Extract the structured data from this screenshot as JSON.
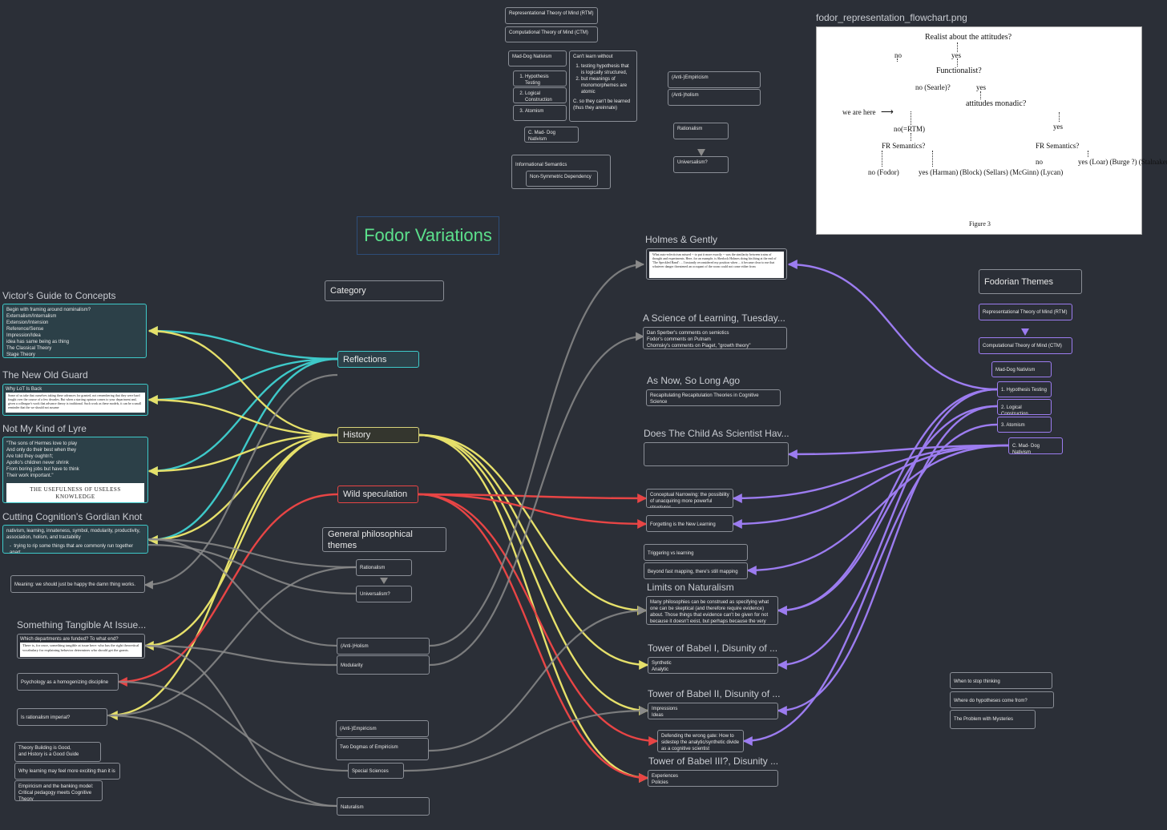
{
  "title": "Fodor Variations",
  "image_caption": "fodor_representation_flowchart.png",
  "top": {
    "rtm": "Representational Theory of Mind (RTM)",
    "ctm": "Computational Theory of Mind (CTM)",
    "mad_dog": "Mad-Dog Nativism",
    "hypothesis": "Hypothesis Testing",
    "logical": "Logical Construction",
    "atomism": "Atomism",
    "cmad": "C. Mad- Dog Nativism",
    "cant_learn_title": "Can't learn without",
    "cant_learn_items": [
      "testing hypothesis that is logically structured,",
      "but meanings of monomorphemes are atomic"
    ],
    "cant_learn_tail": "C. so they can't be learned (thus they areinnate)",
    "info_sem": "Informational Semantics",
    "nonsym": "Non-Symmetric Dependency",
    "anti_emp": "(Anti-)Empiricism",
    "anti_hol": "(Anti-)holism",
    "rationalism": "Rationalism",
    "universalism": "Universalism?"
  },
  "flowchart": {
    "realist": "Realist about the attitudes?",
    "no1": "no",
    "yes1": "yes",
    "functionalist": "Functionalist?",
    "no_searle": "no (Searle)?",
    "yes2": "yes",
    "monadic": "attitudes monadic?",
    "we_are_here": "we are here",
    "no_rtm": "no(=RTM)",
    "yes3": "yes",
    "frsem1": "FR Semantics?",
    "frsem2": "FR Semantics?",
    "no_fodor": "no\n(Fodor)",
    "yes_list": "yes\n(Harman)\n(Block)\n(Sellars)\n(McGinn)\n(Lycan)",
    "no2": "no",
    "yes_list2": "yes\n(Loar)\n(Burge ?)\n(Stalnaker ?)",
    "figure": "Figure 3"
  },
  "left": {
    "victor_h": "Victor's Guide to Concepts",
    "victor_body": "Begin with framing around nominalism?\nExternalism/Internalism\nExtension/Intension\nReference/Sense\nImpression/Idea\nidea has same being as thing\nThe Classical Theory\nStage Theory",
    "oldguard_h": "The New Old Guard",
    "oldguard_body": "Why LoT Is Back",
    "oldguard_paper": "Some of us take that ourselves taking these advances for granted, not remembering that they were hard fought over the course of a few decades. But when a starting opinion comes to your department and, given a colleague's work that advance theory is traditional. Such work as these models, it can be a small reminder that the we should not assume",
    "lyre_h": "Not My Kind of Lyre",
    "lyre_body": "\"The sons of Hermes love to play\nAnd only do their best when they\nAre told they oughtn't;\nApollo's children never shrink\nFrom boring jobs but have to think\nTheir work important.\"",
    "lyre_paper": "THE USEFULNESS OF USELESS KNOWLEDGE",
    "gordian_h": "Cutting Cognition's Gordian Knot",
    "gordian_body": "nativism, learning, innateness, symbol, modularity, productivity, association, holism, and tractability",
    "gordian_item": "trying to rip some things that are commonly run together apart,",
    "meaning": "Meaning: we should just be happy the damn thing works.",
    "tangible_h": "Something Tangible At Issue...",
    "tangible_body": "Which departments are funded? To what end?",
    "tangible_paper": "There is, for once, something tangible at issue here: who has the right theoretical vocabulary for explaining behavior determines who should get the grants.",
    "psych": "Psychology as a homogenizing discipline",
    "imperial": "Is rationalism imperial?",
    "theory": "Theory Building is Good,\nand History is a Good Guide",
    "learning": "Why learning may feel more exciting than it is",
    "banking": "Empiricism and the banking model:\nCritical pedagogy meets Cognitive\nTheory"
  },
  "center": {
    "category": "Category",
    "reflections": "Reflections",
    "history": "History",
    "wild": "Wild speculation",
    "general": "General philosophical themes",
    "rationalism": "Rationalism",
    "universalism": "Universalism?",
    "antiholism": "(Anti-)Holism",
    "modularity": "Modularity",
    "antiemp": "(Anti-)Empiricism",
    "twodogmas": "Two Dogmas of Empiricism",
    "special": "Special Sciences",
    "naturalism": "Naturalism"
  },
  "right": {
    "holmes_h": "Holmes & Gently",
    "holmes_paper": "What auto-eclecticism missed -- to put it more exactly -- was the similarity between trains of thought and experiments. Here, for an example, is Sherlock Holmes doing his thing at the end of 'The Speckled Band': ... I instantly reconsidered my position when ... it became clear to me that whatever danger threatened an occupant of the room could not come either from",
    "science_h": "A Science of Learning, Tuesday...",
    "science_body": "Dan Sperber's comments on semiotics\nFodor's comments on Putnam\nChomsky's comments on Piaget, \"growth theory\"",
    "asnow_h": "As Now, So Long Ago",
    "asnow_body": "Recapitulating Recapitulation Theories in Cognitive Science\nLila and stages of language emergence, Piaget/Carey/etc and\nstages of scientific understanding",
    "child_h": "Does The Child As Scientist Hav...",
    "child_body": "",
    "narrowing": "Conceptual Narrowing: the possibility of unacquiring more powerful structures",
    "forgetting": "Forgetting is the New Learning",
    "triggering": "Triggering vs learning",
    "fastmap": "Beyond fast mapping, there's still mapping",
    "limits_h": "Limits on Naturalism",
    "limits_body": "Many philosophies can be construed as specifying what one can be skeptical (and therefore require evidence) about. Those things that evidence can't be given for not because it doesn't exist, but perhaps because the very nature of evidence itself",
    "babel1_h": "Tower of Babel I, Disunity of ...",
    "babel1_body": "Synthetic\nAnalytic",
    "babel2_h": "Tower of Babel II, Disunity of ...",
    "babel2_body": "Impressions\nIdeas",
    "defending": "Defending the wrong gate: How to sidestep the analytic/synthetic divide as a cognitive scientist",
    "babel3_h": "Tower of Babel III?, Disunity ...",
    "babel3_body": "Experiences\nPolicies"
  },
  "themes": {
    "header": "Fodorian Themes",
    "rtm": "Representational Theory of Mind (RTM)",
    "ctm": "Computational Theory of Mind (CTM)",
    "mad_dog": "Mad-Dog Nativism",
    "hypothesis": "1. Hypothesis Testing",
    "logical": "2. Logical Construction",
    "atomism": "3. Atomism",
    "cmad": "C. Mad- Dog Nativism",
    "stop": "When to stop thinking",
    "hypotheses": "Where do hypotheses come from?",
    "mysteries": "The Problem with Mysteries"
  },
  "colors": {
    "background": "#2b2f37",
    "teal": "#3ec9c9",
    "yellow": "#e6e06a",
    "red": "#e84545",
    "purple": "#9c7cf0",
    "gray": "#8a8a8a",
    "title": "#5ce08c"
  }
}
